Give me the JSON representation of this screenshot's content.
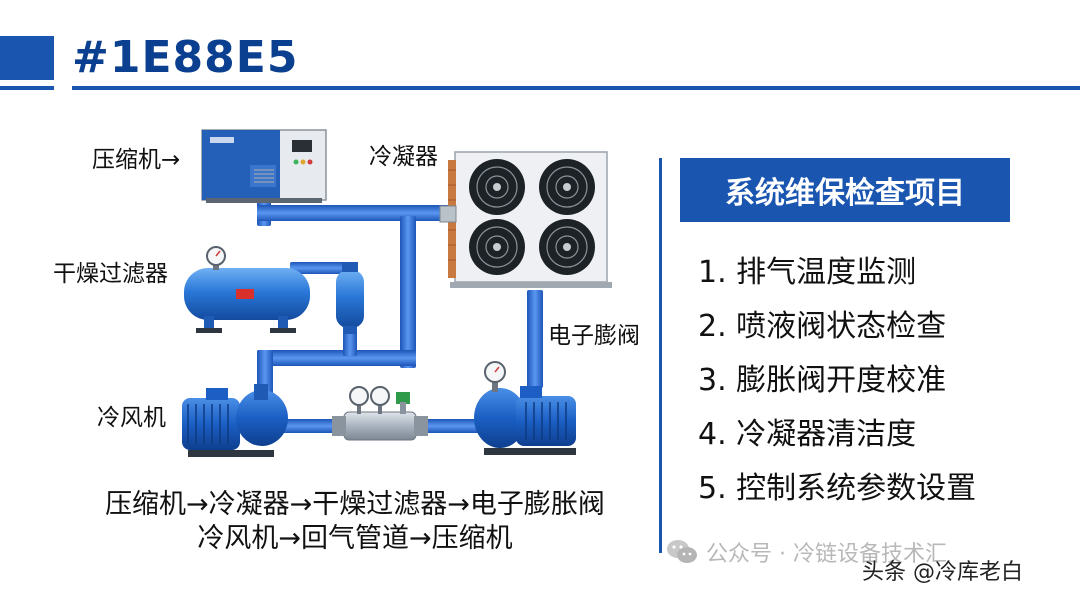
{
  "header": {
    "title": "#1E88E5"
  },
  "diagram": {
    "labels": {
      "compressor": "压缩机→",
      "condenser": "冷凝器",
      "dryer_filter": "干燥过滤器",
      "expansion_valve": "电子膨阀",
      "air_cooler": "冷风机"
    },
    "flow_line_1": "压缩机→冷凝器→干燥过滤器→电子膨胀阀",
    "flow_line_2": "冷风机→回气管道→压缩机"
  },
  "panel": {
    "title": "系统维保检查项目",
    "items": [
      "1. 排气温度监测",
      "2. 喷液阀状态检查",
      "3. 膨胀阀开度校准",
      "4. 冷凝器清洁度",
      "5. 控制系统参数设置"
    ]
  },
  "watermark": {
    "line1": "公众号 · 冷链设备技术汇",
    "line2": "头条 @冷库老白"
  },
  "colors": {
    "accent": "#1a56b0",
    "title_text": "#0b3f8f",
    "pipe": "#2f6fd6"
  }
}
